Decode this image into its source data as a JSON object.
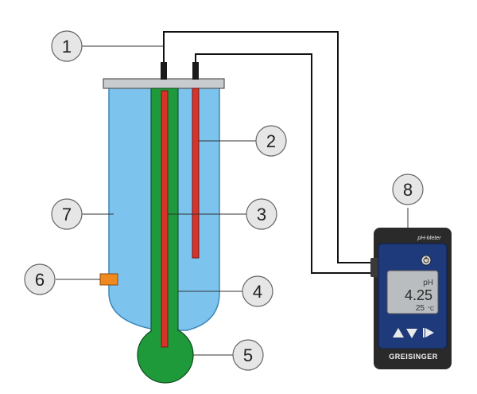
{
  "callouts": [
    {
      "id": 1,
      "label": "1"
    },
    {
      "id": 2,
      "label": "2"
    },
    {
      "id": 3,
      "label": "3"
    },
    {
      "id": 4,
      "label": "4"
    },
    {
      "id": 5,
      "label": "5"
    },
    {
      "id": 6,
      "label": "6"
    },
    {
      "id": 7,
      "label": "7"
    },
    {
      "id": 8,
      "label": "8"
    }
  ],
  "meter": {
    "title": "pH-Meter",
    "unit": "pH",
    "reading": "4.25",
    "temperature": "25",
    "temperature_unit": "°C",
    "brand": "GREISINGER"
  },
  "colors": {
    "vessel_fill": "#7cc3ee",
    "vessel_stroke": "#3c86b8",
    "electrode_green": "#1e9a3c",
    "electrode_red": "#d8332a",
    "bulb_green": "#1f9a3a",
    "lid": "#c9cccf",
    "meter_body": "#1f3a7a",
    "meter_dark": "#2a2a2a",
    "lcd": "#b9bdbf",
    "marker_orange": "#f08a1e",
    "callout_fill": "#e6e6e6"
  },
  "icons": {
    "up": "triangle-up-icon",
    "down": "triangle-down-icon",
    "play": "play-icon",
    "power": "power-icon"
  }
}
